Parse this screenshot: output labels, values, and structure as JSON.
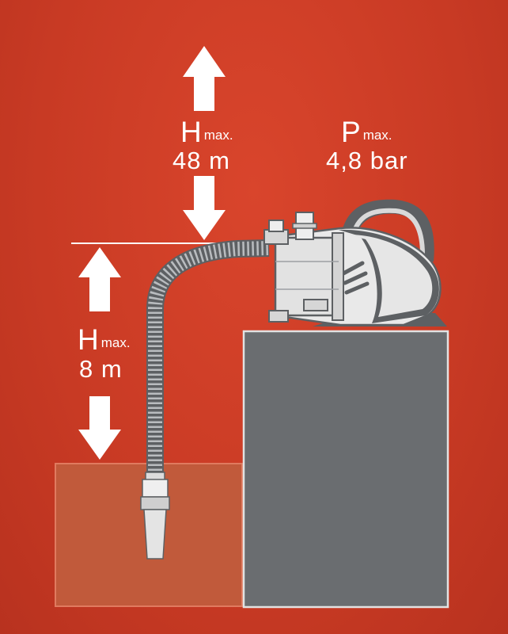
{
  "labels": {
    "discharge_head": {
      "symbol": "H",
      "subscript": "max.",
      "value": "48 m"
    },
    "pressure": {
      "symbol": "P",
      "subscript": "max.",
      "value": "4,8 bar"
    },
    "suction_head": {
      "symbol": "H",
      "subscript": "max.",
      "value": "8 m"
    }
  },
  "colors": {
    "background": "#c83a24",
    "water": "#c15a3b",
    "platform": "#6a6d70",
    "pump_body": "#e9e9e9",
    "pump_dark": "#5d6063",
    "arrow": "#ffffff"
  }
}
